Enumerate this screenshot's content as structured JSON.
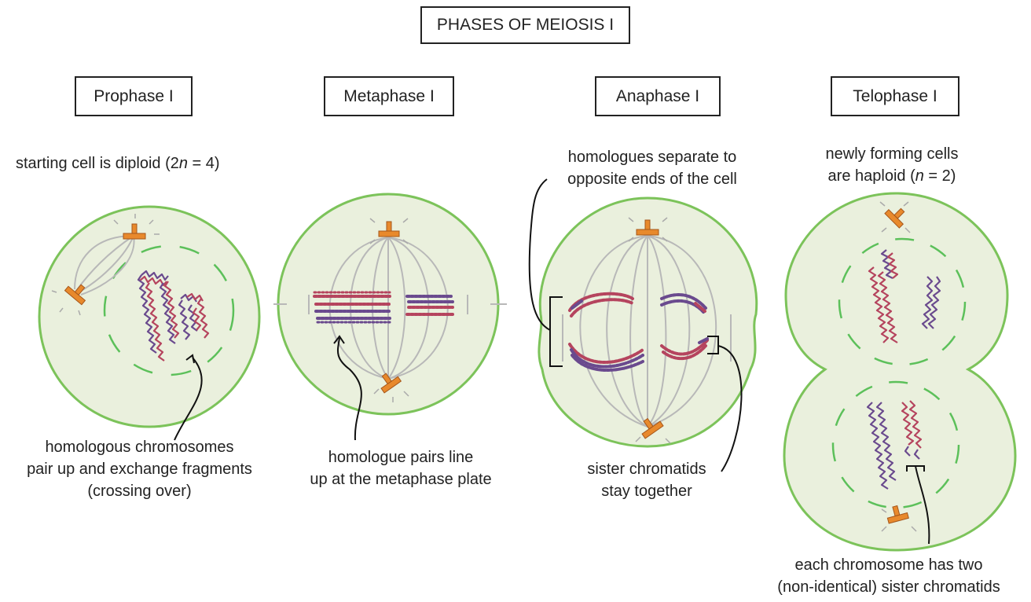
{
  "title": "PHASES OF MEIOSIS I",
  "phases": [
    {
      "label": "Prophase I"
    },
    {
      "label": "Metaphase I"
    },
    {
      "label": "Anaphase I"
    },
    {
      "label": "Telophase I"
    }
  ],
  "captions": {
    "prophase_top": {
      "pre": "starting cell is diploid (2",
      "italic": "n",
      "post": " = 4)"
    },
    "prophase_bottom": [
      "homologous chromosomes",
      "pair up and exchange fragments",
      "(crossing over)"
    ],
    "metaphase_bottom": [
      "homologue pairs line",
      "up at the metaphase plate"
    ],
    "anaphase_top": [
      "homologues separate to",
      "opposite ends of the cell"
    ],
    "anaphase_bottom": [
      "sister chromatids",
      "stay together"
    ],
    "telophase_top": {
      "line1": "newly forming cells",
      "pre": "are haploid (",
      "italic": "n",
      "post": " = 2)"
    },
    "telophase_bottom": [
      "each chromosome has two",
      "(non-identical) sister chromatids"
    ]
  },
  "colors": {
    "cell_fill": "#eaf0dd",
    "cell_border": "#7cc35a",
    "nucleus_dash": "#5cc05a",
    "spindle": "#b8b8b8",
    "centrosome": "#e8892c",
    "chromosome_red": "#b5445e",
    "chromosome_purple": "#6a4a8e"
  }
}
